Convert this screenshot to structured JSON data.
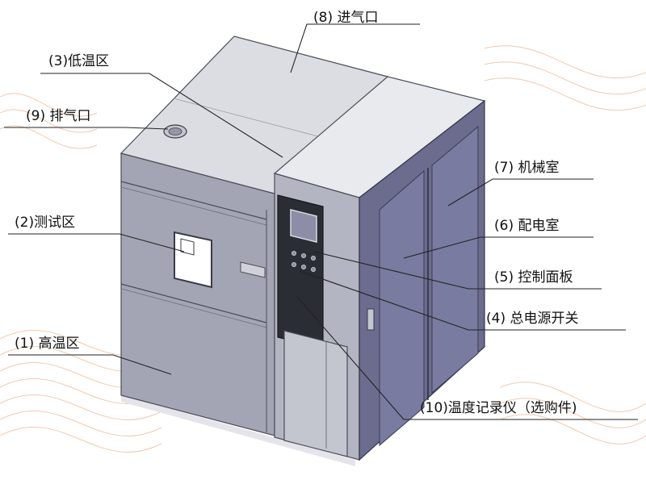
{
  "labels": {
    "high_temp": "(1) 高温区",
    "test_zone": "(2)测试区",
    "low_temp": "(3)低温区",
    "power_switch": "(4) 总电源开关",
    "control_panel": "(5) 控制面板",
    "power_room": "(6) 配电室",
    "machine_room": "(7) 机械室",
    "air_inlet": "(8) 进气口",
    "air_outlet": "(9) 排气口",
    "recorder": "(10)温度记录仪（选购件)"
  },
  "colors": {
    "panel_front": "#a3a5b4",
    "panel_top": "#dcdde3",
    "panel_side": "#6b6c8e",
    "control_column": "#2b2d35",
    "screen": "#8b8ea6",
    "leader_line": "#222222",
    "decor_lines": "#f0c9b0"
  }
}
